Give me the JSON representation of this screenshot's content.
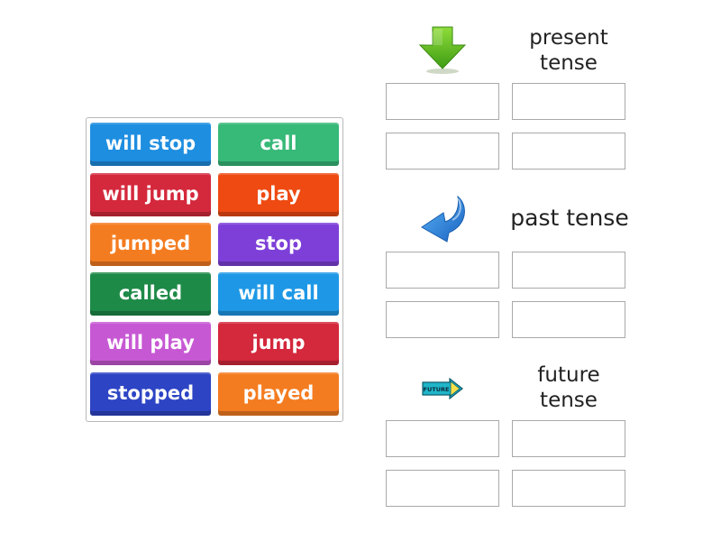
{
  "tiles": [
    {
      "label": "will stop",
      "color": "#1e8ee0"
    },
    {
      "label": "call",
      "color": "#37b978"
    },
    {
      "label": "will jump",
      "color": "#d4283c"
    },
    {
      "label": "play",
      "color": "#ee4a12"
    },
    {
      "label": "jumped",
      "color": "#f47c20"
    },
    {
      "label": "stop",
      "color": "#7d3fd8"
    },
    {
      "label": "called",
      "color": "#1e8a48"
    },
    {
      "label": "will call",
      "color": "#1e98e6"
    },
    {
      "label": "will play",
      "color": "#c758d4"
    },
    {
      "label": "jump",
      "color": "#d4283c"
    },
    {
      "label": "stopped",
      "color": "#2d44c4"
    },
    {
      "label": "played",
      "color": "#f47c20"
    }
  ],
  "groups": [
    {
      "icon": "green-down-arrow-icon",
      "line1": "present",
      "line2": "tense"
    },
    {
      "icon": "blue-curved-arrow-icon",
      "line1": "past tense",
      "line2": ""
    },
    {
      "icon": "future-arrow-sign-icon",
      "icon_text": "FUTURE",
      "line1": "future",
      "line2": "tense"
    }
  ]
}
